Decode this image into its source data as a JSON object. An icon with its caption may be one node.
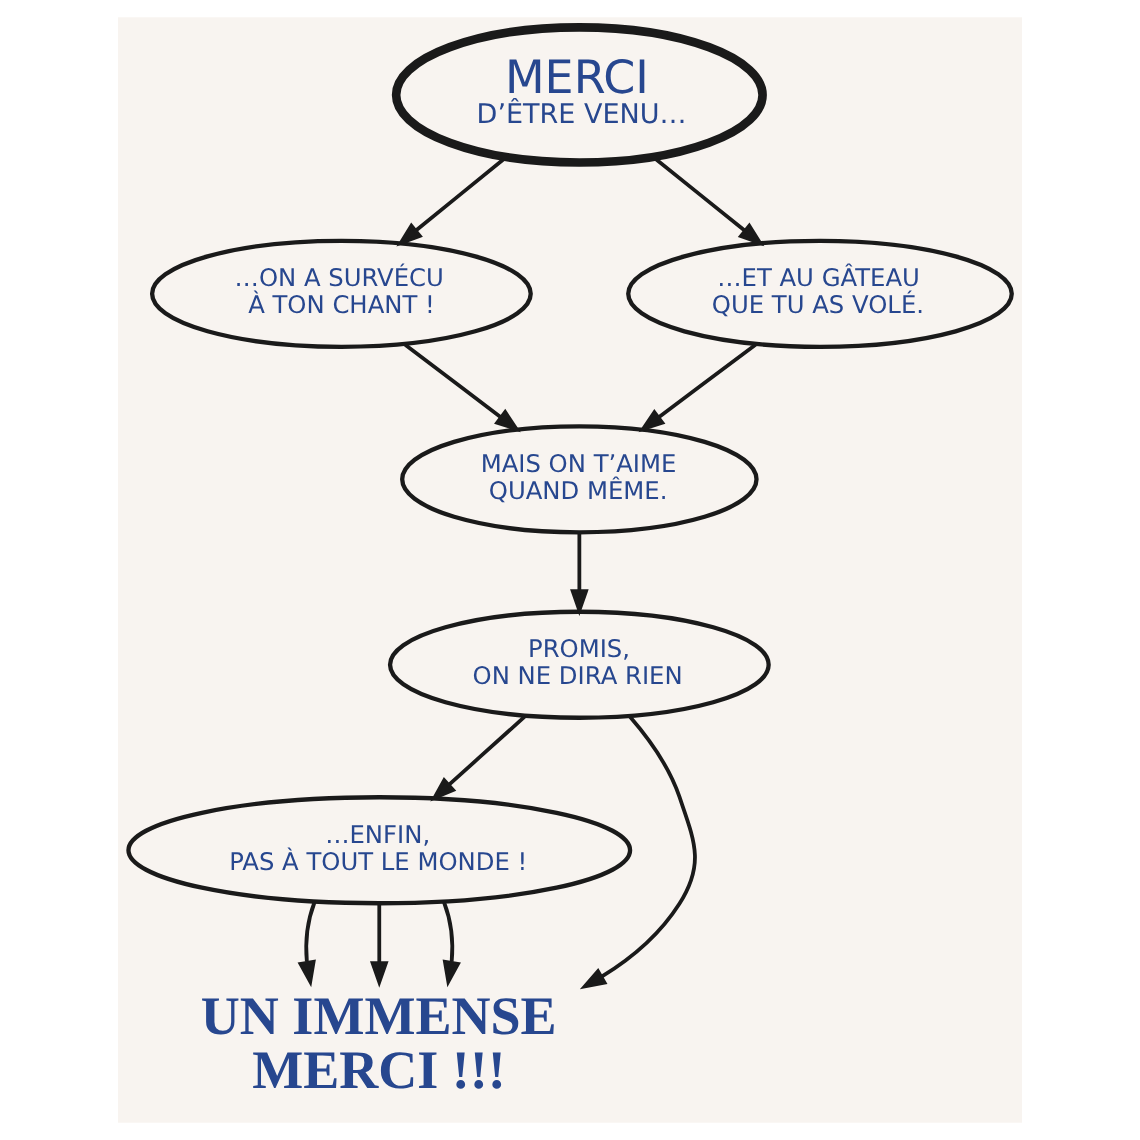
{
  "diagram": {
    "nodes": [
      {
        "text": [
          "MERCI",
          "D’ÊTRE VENU…"
        ]
      },
      {
        "text": [
          "…ON A SURVÉCU À TON CHANT !"
        ]
      },
      {
        "text": [
          "…ET AU GÂTEAU QUE TU AS VOLÉ."
        ]
      },
      {
        "text": [
          "MAIS ON T’AIME QUAND MÊME."
        ]
      },
      {
        "text": [
          "PROMIS, ON NE DIRA RIEN"
        ]
      },
      {
        "text": [
          "…ENFIN, PAS À TOUT LE MONDE !"
        ]
      },
      {
        "text": [
          "UN IMMENSE MERCI !!!"
        ]
      }
    ],
    "edges": [
      {
        "from": 0,
        "to": 1,
        "arrow": "to"
      },
      {
        "from": 0,
        "to": 2,
        "arrow": "to"
      },
      {
        "from": 1,
        "to": 3,
        "arrow": "to"
      },
      {
        "from": 2,
        "to": 3,
        "arrow": "to"
      },
      {
        "from": 3,
        "to": 4,
        "arrow": "to"
      },
      {
        "from": 4,
        "to": 5,
        "arrow": "to"
      },
      {
        "from": 5,
        "to": 6,
        "arrow": "to"
      },
      {
        "from": 5,
        "to": 6,
        "arrow": "to"
      },
      {
        "from": 5,
        "to": 6,
        "arrow": "to"
      },
      {
        "from": 4,
        "to": 6,
        "arrow": "to"
      }
    ]
  }
}
